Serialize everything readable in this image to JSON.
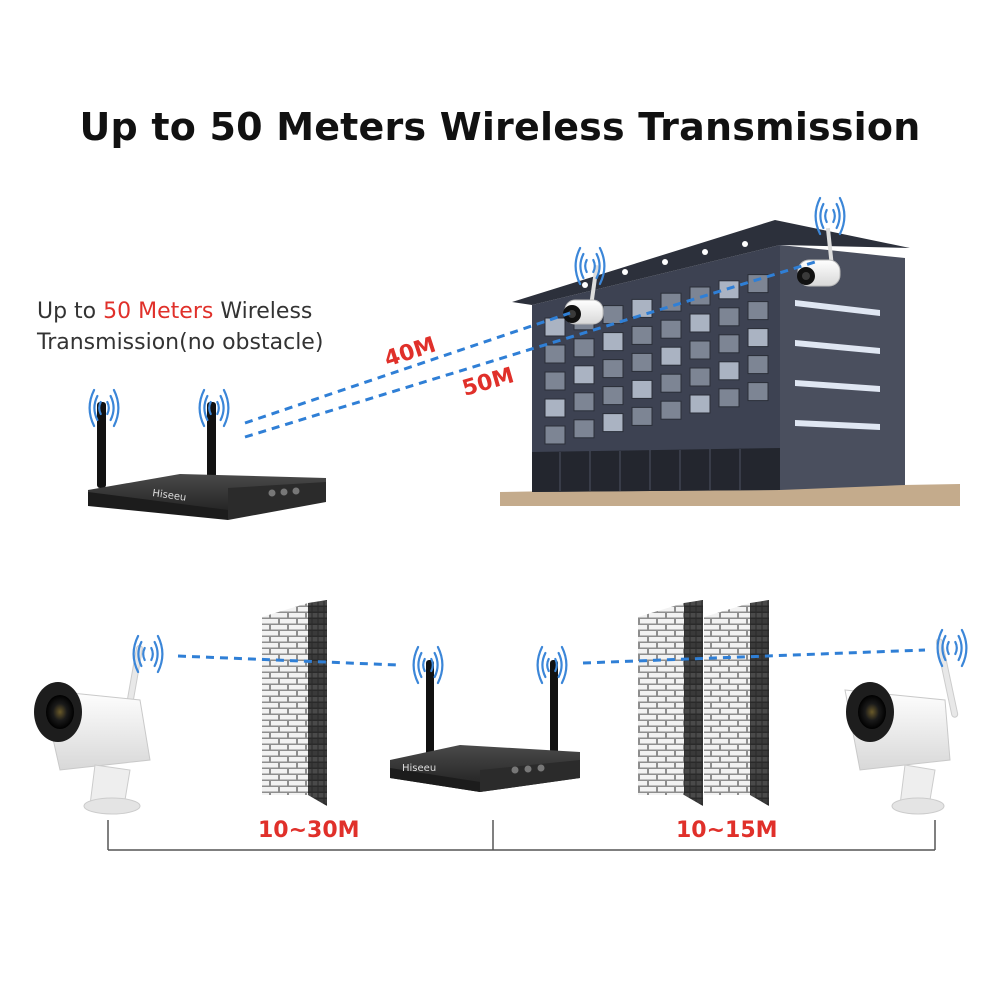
{
  "title": "Up to 50 Meters Wireless Transmission",
  "caption": {
    "prefix": "Up to",
    "highlight": "50 Meters",
    "suffix": "Wireless",
    "line2": "Transmission(no obstacle)"
  },
  "top_links": [
    {
      "label": "40M"
    },
    {
      "label": "50M"
    }
  ],
  "bottom_distances": [
    {
      "label": "10~30M"
    },
    {
      "label": "10~15M"
    }
  ],
  "nvr_brand": "Hiseeu",
  "colors": {
    "accent_red": "#e0302a",
    "link_blue": "#2f7fd6",
    "signal_blue": "#3b86d8",
    "building": "#3c4150",
    "brick": "#9a9a9a"
  }
}
